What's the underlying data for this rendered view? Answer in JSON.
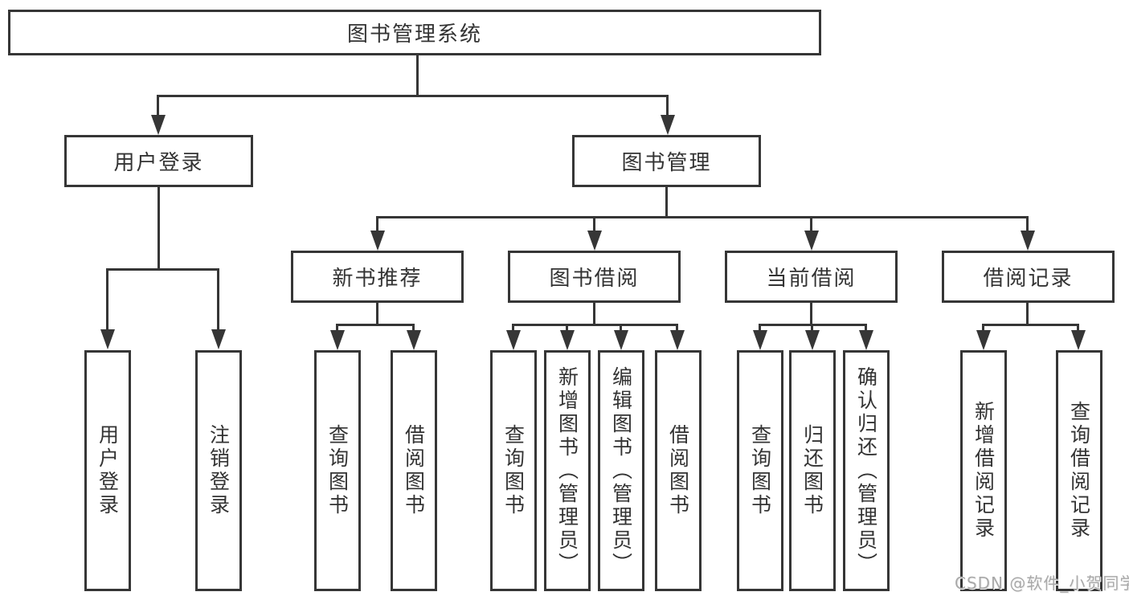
{
  "tree": {
    "root": {
      "label": "图书管理系统"
    },
    "branches": [
      {
        "label": "用户登录",
        "children": [
          "用户登录",
          "注销登录"
        ]
      },
      {
        "label": "图书管理",
        "groups": [
          {
            "label": "新书推荐",
            "children": [
              "查询图书",
              "借阅图书"
            ]
          },
          {
            "label": "图书借阅",
            "children": [
              "查询图书",
              "新增图书（管理员）",
              "编辑图书（管理员）",
              "借阅图书"
            ]
          },
          {
            "label": "当前借阅",
            "children": [
              "查询图书",
              "归还图书",
              "确认归还（管理员）"
            ]
          },
          {
            "label": "借阅记录",
            "children": [
              "新增借阅记录",
              "查询借阅记录"
            ]
          }
        ]
      }
    ]
  },
  "watermark": "CSDN @软件_小贺同学",
  "colors": {
    "line": "#363636",
    "text": "#333333",
    "background": "#ffffff",
    "watermark": "#a9a9a9"
  }
}
